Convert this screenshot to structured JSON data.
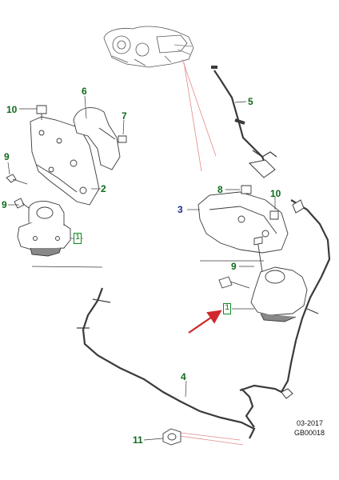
{
  "callouts": {
    "c1": "1",
    "c2": "2",
    "c3": "3",
    "c4": "4",
    "c5": "5",
    "c6": "6",
    "c7": "7",
    "c8": "8",
    "c9a": "9",
    "c9b": "9",
    "c9c": "9",
    "c10a": "10",
    "c10b": "10",
    "c11": "11"
  },
  "boxed_markers": {
    "left": "1",
    "right": "1"
  },
  "reference": {
    "date": "03-2017",
    "code": "GB00018"
  },
  "colors": {
    "line": "#3a3a3a",
    "callout_green": "#0e6a1c",
    "callout_blue": "#1c2f8a",
    "box_green": "#0e8a22",
    "arrow_red": "#d0282c",
    "guide_red": "#e38a8a"
  },
  "icons": {
    "arrow": "red-pointer-arrow-icon"
  }
}
